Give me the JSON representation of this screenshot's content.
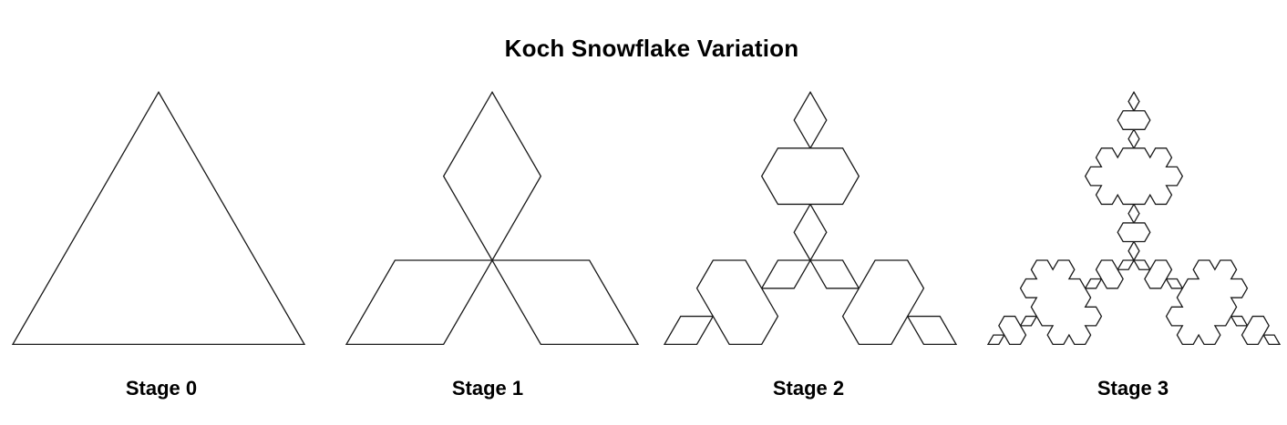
{
  "title": "Koch Snowflake Variation",
  "stages": [
    {
      "label": "Stage 0",
      "iterations": 0
    },
    {
      "label": "Stage 1",
      "iterations": 1
    },
    {
      "label": "Stage 2",
      "iterations": 2
    },
    {
      "label": "Stage 3",
      "iterations": 3
    }
  ],
  "colors": {
    "background": "#ffffff",
    "stroke": "#1a1a1a",
    "text": "#000000"
  }
}
